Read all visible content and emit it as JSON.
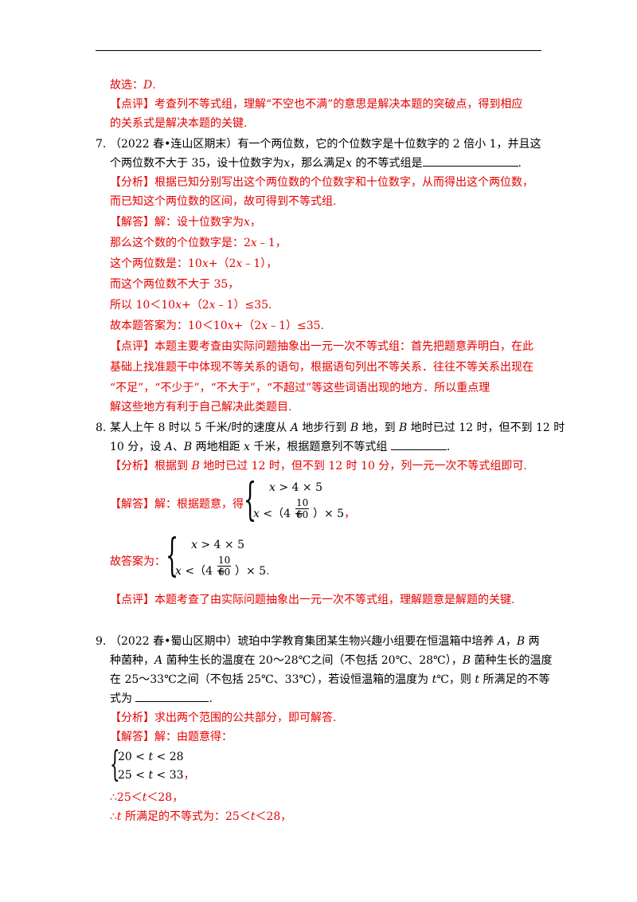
{
  "l1": {
    "a": "故选：",
    "b": "D",
    "c": "."
  },
  "l2": {
    "tag": "【点评】",
    "text": "考查列不等式组，理解“不空也不满”的意思是解决本题的突破点，得到相应"
  },
  "l3": "的关系式是解决本题的关键.",
  "q7": {
    "num": "7.",
    "l1": "（2022 春•连山区期末）有一个两位数，它的个位数字是十位数字的 2 倍小 1，并且这",
    "l2a": "个两位数不大于 35，设十位数字为",
    "l2b": "x",
    "l2c": "，那么满足",
    "l2d": "x",
    "l2e": " 的不等式组是",
    "l2f": ".",
    "a1tag": "【分析】",
    "a1": "根据已知分别写出这个两位数的个位数字和十位数字，从而得出这个两位数，",
    "a2": "而已知这个两位数的区间，故可得到不等式组.",
    "s1tag": "【解答】",
    "s1a": "解：设十位数字为",
    "s1b": "x",
    "s1c": "，",
    "s2a": "那么这个数的个位数字是：2",
    "s2b": "x",
    "s2c": "﹣1，",
    "s3a": "这个两位数是：10",
    "s3b": "x",
    "s3c": "+（2",
    "s3d": "x",
    "s3e": "﹣1），",
    "s4": "而这个两位数不大于 35，",
    "s5a": "所以 10＜10",
    "s5b": "x",
    "s5c": "+（2",
    "s5d": "x",
    "s5e": "﹣1）≤35.",
    "s6a": "故本题答案为：10＜10",
    "s6b": "x",
    "s6c": "+（2",
    "s6d": "x",
    "s6e": "﹣1）≤35.",
    "p1tag": "【点评】",
    "p1": "本题主要考查由实际问题抽象出一元一次不等式组：首先把题意弄明白，在此",
    "p2": "基础上找准题干中体现不等关系的语句，根据语句列出不等关系．往往不等关系出现在",
    "p3": "“不足”，“不少于”，“不大于”，“不超过”等这些词语出现的地方．所以重点理",
    "p4": "解这些地方有利于自己解决此类题目."
  },
  "q8": {
    "num": "8.",
    "l1a": "某人上午 8 时以 5 千米/时的速度从 ",
    "l1b": "A",
    "l1c": " 地步行到 ",
    "l1d": "B",
    "l1e": " 地，到 ",
    "l1f": "B",
    "l1g": " 地时已过 12 时，但不到 12 时",
    "l2a": "10 分，设 ",
    "l2b": "A",
    "l2c": "、",
    "l2d": "B",
    "l2e": " 两地相距 ",
    "l2f": "x",
    "l2g": " 千米，根据题意列不等式组 ",
    "l2h": ".",
    "a1tag": "【分析】",
    "a1a": "根据到 ",
    "a1b": "B",
    "a1c": " 地时已过 12 时，但不到 12 时 10 分，列一元一次不等式组即可.",
    "s1tag": "【解答】",
    "s1": "解：根据题意，得",
    "sys": {
      "r1a": "x",
      "r1b": " > 4 × 5",
      "r2a": "x",
      "r2b": " <（4 +",
      "r2c": "）× 5",
      "num": "10",
      "den": "60",
      "comma": "，"
    },
    "ans": "故答案为：",
    "ans_comma": ".",
    "p1tag": "【点评】",
    "p1": "本题考查了由实际问题抽象出一元一次不等式组，理解题意是解题的关键."
  },
  "q9": {
    "num": "9.",
    "l1a": "（2022 春•蜀山区期中）琥珀中学教育集团某生物兴趣小组要在恒温箱中培养 ",
    "l1b": "A",
    "l1c": "，",
    "l1d": "B",
    "l1e": " 两",
    "l2a": "种菌种，",
    "l2b": "A",
    "l2c": " 菌种生长的温度在 20～28℃之间（不包括 20℃、28℃），",
    "l2d": "B",
    "l2e": " 菌种生长的温度",
    "l3a": "在 25～33℃之间（不包括 25℃、33℃），若设恒温箱的温度为 ",
    "l3b": "t",
    "l3c": "℃，则 ",
    "l3d": "t",
    "l3e": " 所满足的不等",
    "l4a": "式为 ",
    "l4b": ".",
    "a1tag": "【分析】",
    "a1": "求出两个范围的公共部分，即可解答.",
    "s1tag": "【解答】",
    "s1": "解：由题意得：",
    "sys": {
      "r1a": "20 < ",
      "r1b": "t",
      "r1c": " < 28",
      "r2a": "25 < ",
      "r2b": "t",
      "r2c": " < 33",
      "comma": "，"
    },
    "c1a": "∴25＜",
    "c1b": "t",
    "c1c": "＜28，",
    "c2a": "∴",
    "c2b": "t",
    "c2c": " 所满足的不等式为：25＜",
    "c2d": "t",
    "c2e": "＜28，"
  }
}
